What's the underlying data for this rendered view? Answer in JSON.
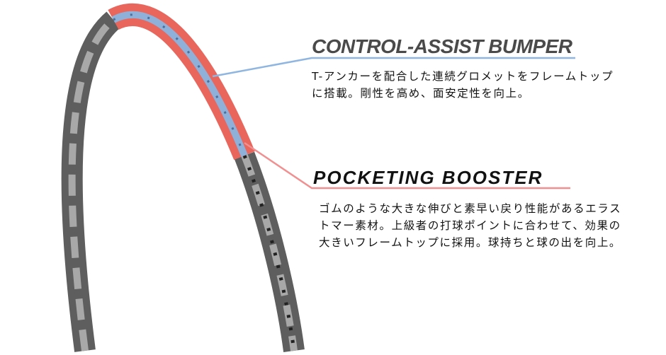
{
  "features": [
    {
      "title": "CONTROL-ASSIST BUMPER",
      "lines": [
        "T-アンカーを配合した連続グロメットをフレームトップ",
        "に搭載。剛性を高め、面安定性を向上。"
      ],
      "accent": "#7fa8d8"
    },
    {
      "title": "POCKETING BOOSTER",
      "lines": [
        "ゴムのような大きな伸びと素早い戻り性能があるエラス",
        "トマー素材。上級者の打球ポイントに合わせて、効果の",
        "大きいフレームトップに採用。球持ちと球の出を向上。"
      ],
      "accent": "#f08080"
    }
  ],
  "colors": {
    "frame": "#6b6b6b",
    "bumper": "#e8665c",
    "grommet": "#8fb0d8"
  }
}
